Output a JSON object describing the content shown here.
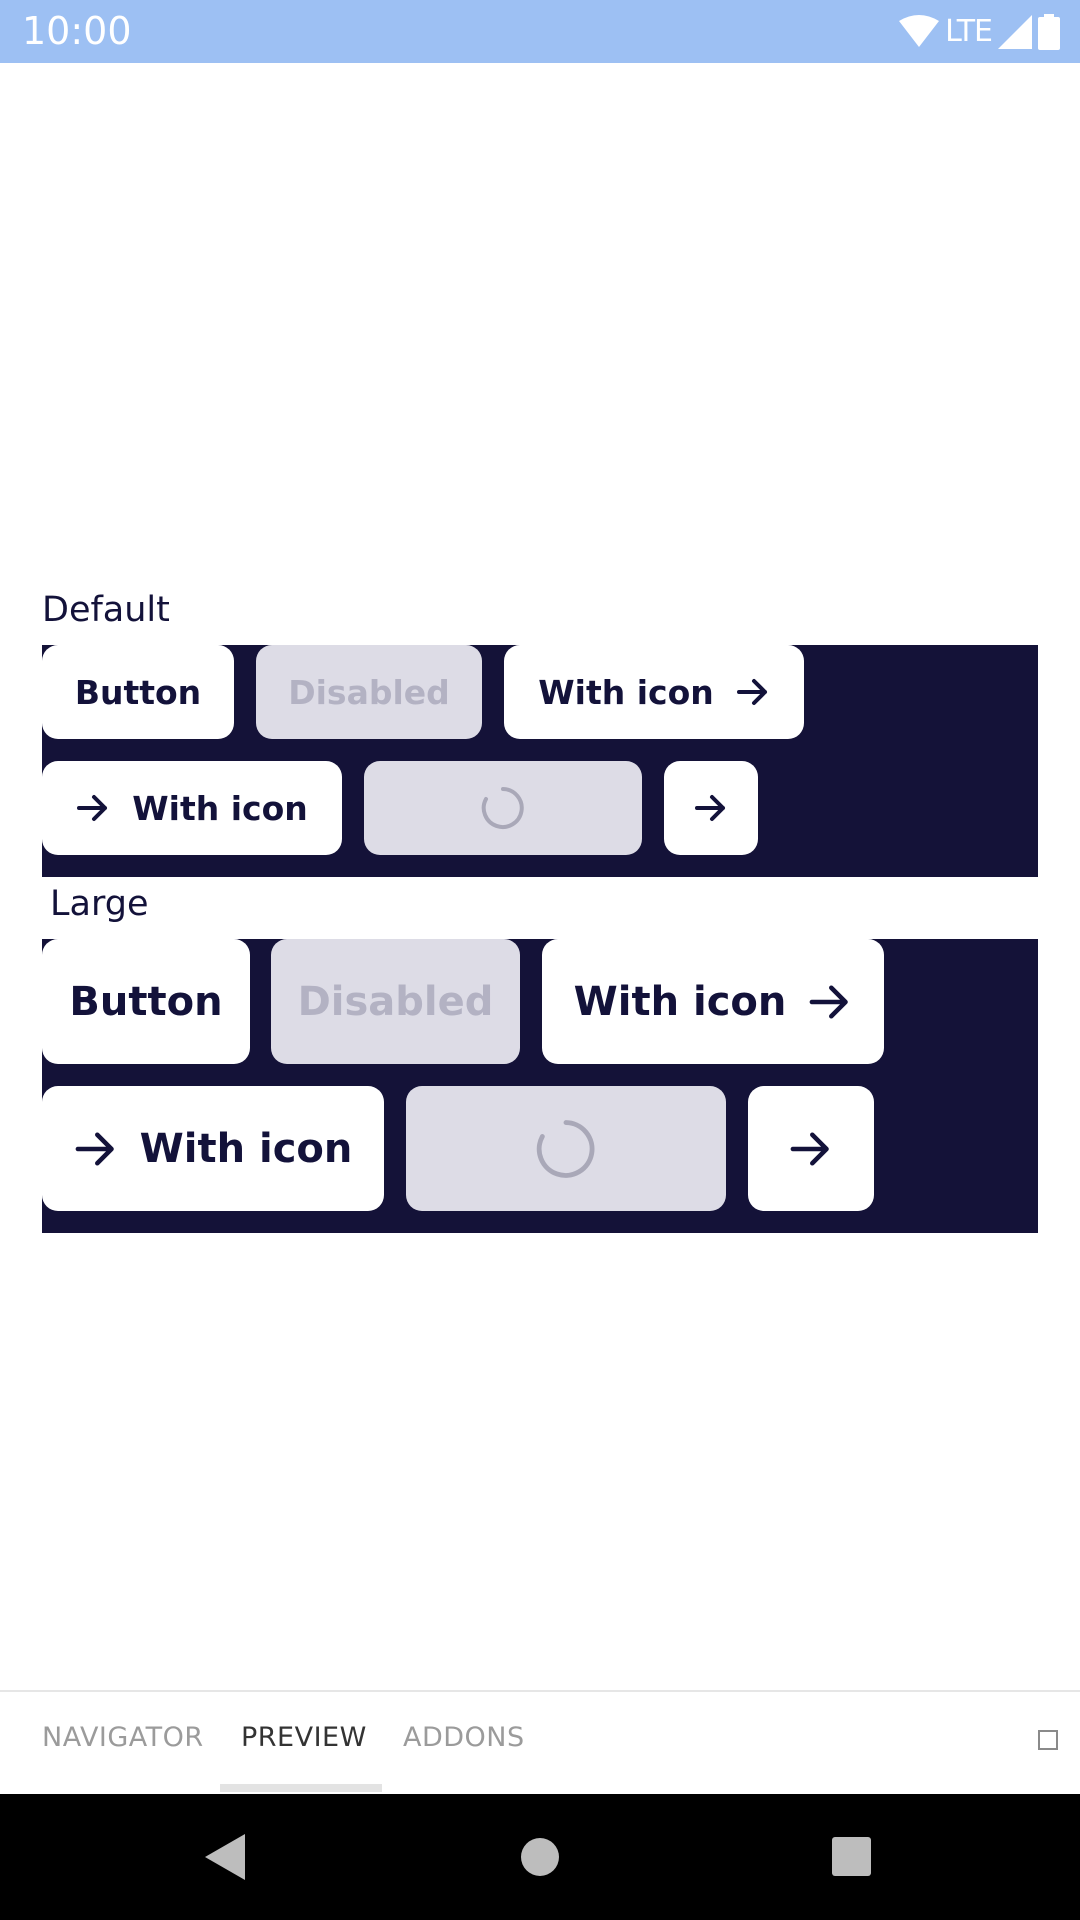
{
  "status_bar": {
    "time": "10:00",
    "network": "LTE"
  },
  "sections": {
    "default": {
      "label": "Default",
      "button": "Button",
      "disabled": "Disabled",
      "with_icon_right": "With icon",
      "with_icon_left": "With icon"
    },
    "large": {
      "label": "Large",
      "button": "Button",
      "disabled": "Disabled",
      "with_icon_right": "With icon",
      "with_icon_left": "With icon"
    }
  },
  "tabs": {
    "navigator": "NAVIGATOR",
    "preview": "PREVIEW",
    "addons": "ADDONS",
    "active": "preview"
  },
  "icons": {
    "arrow": "arrow-right-icon",
    "spinner": "loading-spinner-icon",
    "fullscreen": "fullscreen-icon"
  },
  "colors": {
    "status_bar": "#9dc0f3",
    "panel": "#141238",
    "text": "#13123a",
    "disabled_bg": "#dddce6",
    "disabled_text": "#b3b2c3"
  }
}
